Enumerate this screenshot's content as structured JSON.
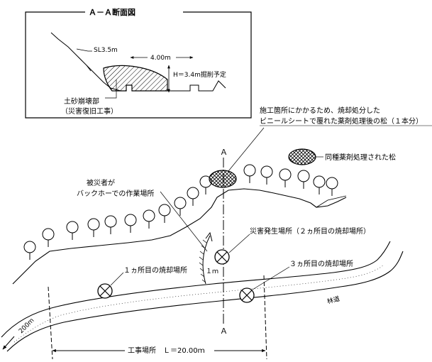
{
  "inset": {
    "title": "Ａ－Ａ断面図",
    "sl_label": "SL3.5m",
    "width_label": "4.00m",
    "height_label": "H＝3.4m掘削予定",
    "collapse_label_1": "土砂崩壊部",
    "collapse_label_2": "（災害復旧工事）"
  },
  "labels": {
    "tree_note_1": "施工箇所にかかるため、焼却処分した",
    "tree_note_2": "ビニールシートで覆れた薬剤処理後の松（１本分）",
    "legend": "同種薬剤処理された松",
    "worker_1": "被災者が",
    "worker_2": "バックホーでの作業場所",
    "disaster": "災害発生場所（２ヵ所目の焼却場所）",
    "burn1": "１ヵ所目の焼却場所",
    "burn3": "３ヵ所目の焼却場所",
    "one_m": "１ｍ",
    "forest_road": "林道",
    "road_200m": "200m",
    "section_a_top": "Ａ",
    "section_a_bottom": "Ａ",
    "work_area": "工事場所　Ｌ＝20.00ｍ"
  }
}
